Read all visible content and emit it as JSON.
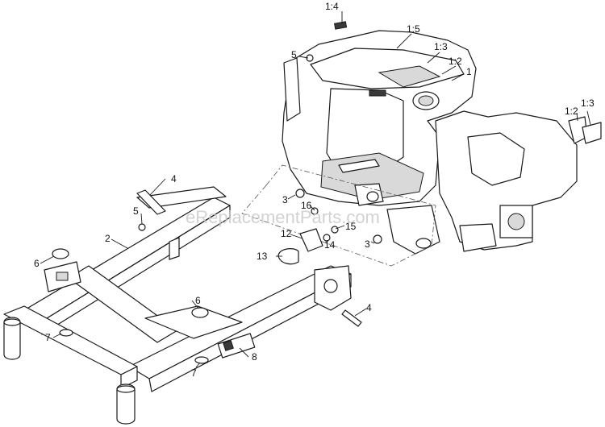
{
  "watermark": "eReplacementParts.com",
  "callouts": {
    "c1": "1",
    "c1_2a": "1:2",
    "c1_3a": "1:3",
    "c1_4": "1:4",
    "c1_5": "1:5",
    "c1_2b": "1:2",
    "c1_3b": "1:3",
    "c2": "2",
    "c3a": "3",
    "c3b": "3",
    "c4a": "4",
    "c4b": "4",
    "c5a": "5",
    "c5b": "5",
    "c6a": "6",
    "c6b": "6",
    "c7a": "7",
    "c7b": "7",
    "c8": "8",
    "c12": "12",
    "c13": "13",
    "c14": "14",
    "c15": "15",
    "c16": "16"
  }
}
